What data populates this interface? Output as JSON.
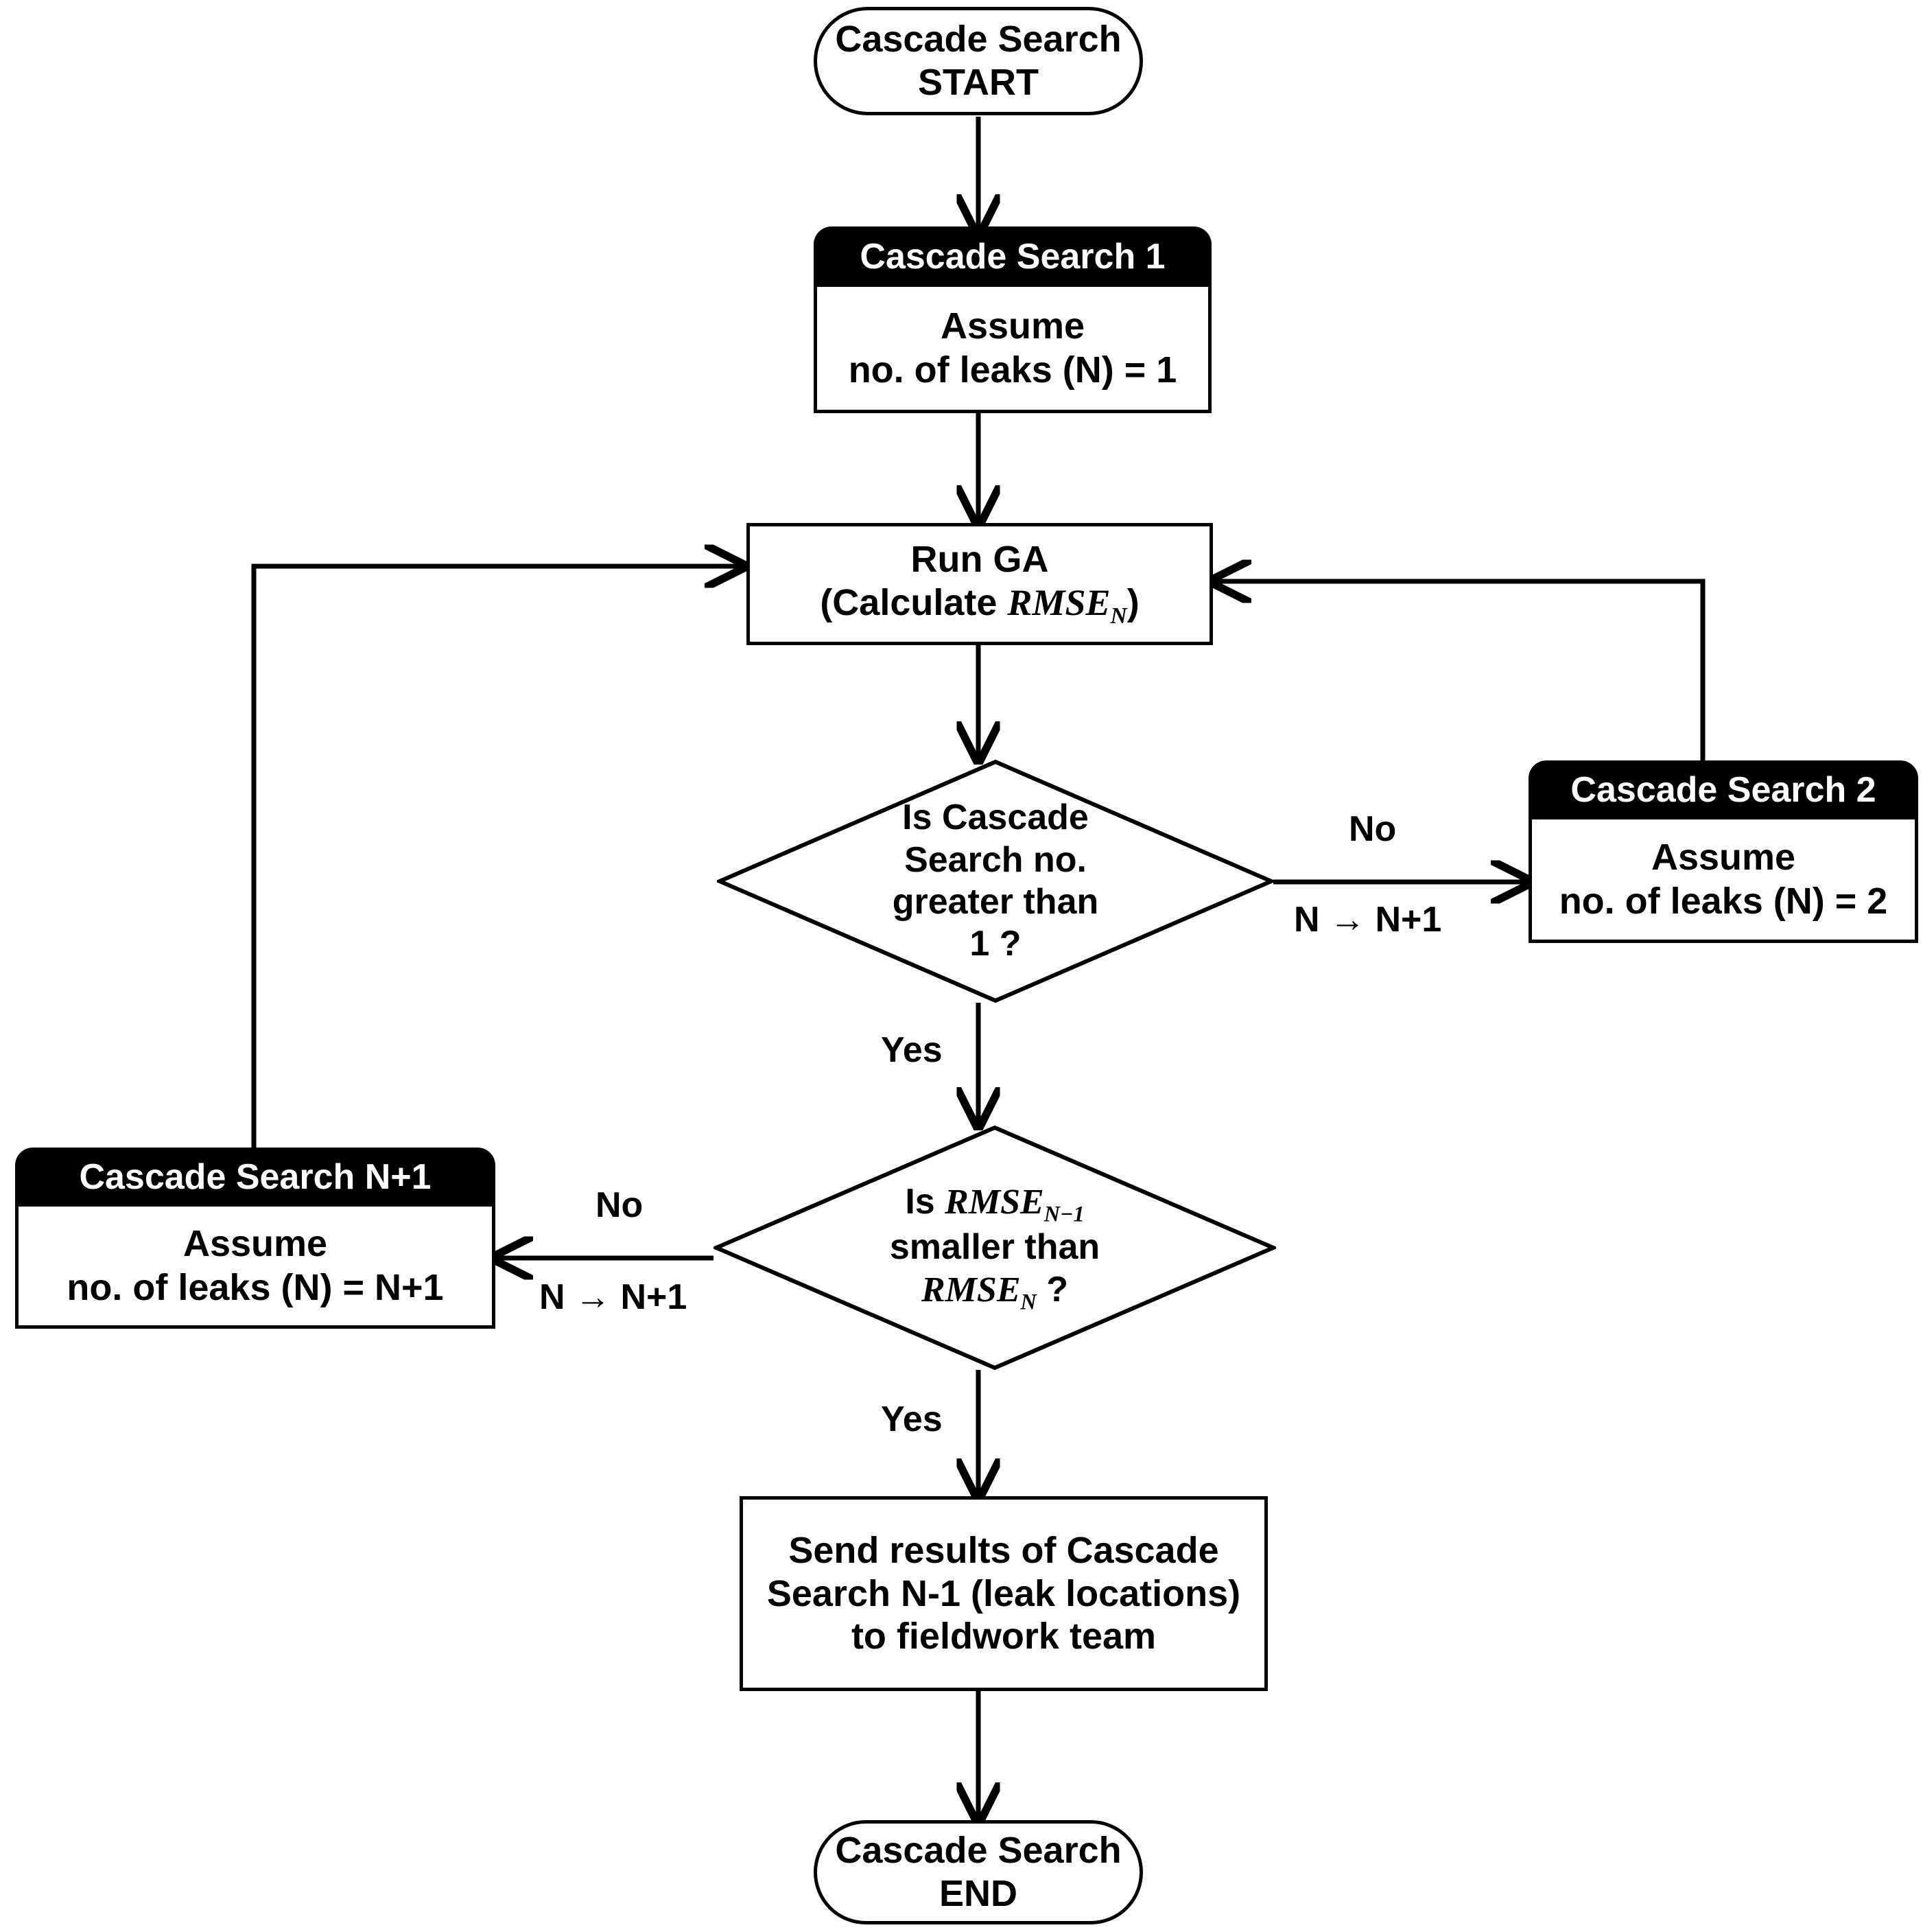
{
  "diagram": {
    "title": "Cascade Search flowchart",
    "colors": {
      "stroke": "#000000",
      "header_fill": "#000000",
      "header_text": "#ffffff",
      "body_fill": "#ffffff"
    }
  },
  "nodes": {
    "start": {
      "type": "terminator",
      "line1": "Cascade Search",
      "line2": "START"
    },
    "cascade_search_1": {
      "type": "titled-process",
      "header": "Cascade Search 1",
      "line1": "Assume",
      "line2": "no. of leaks (N) = 1"
    },
    "run_ga": {
      "type": "process",
      "line1": "Run GA",
      "line2_prefix": "(Calculate ",
      "line2_var": "RMSE",
      "line2_sub": "N",
      "line2_suffix": ")"
    },
    "decision_cascade_no": {
      "type": "decision",
      "line1": "Is Cascade",
      "line2": "Search no.",
      "line3": "greater than",
      "line4": "1 ?"
    },
    "cascade_search_2": {
      "type": "titled-process",
      "header": "Cascade Search 2",
      "line1": "Assume",
      "line2": "no. of leaks (N) = 2"
    },
    "decision_rmse": {
      "type": "decision",
      "line1_prefix": "Is ",
      "line1_var": "RMSE",
      "line1_sub": "N−1",
      "line2": "smaller than",
      "line3_var": "RMSE",
      "line3_sub": "N",
      "line3_suffix": " ?"
    },
    "cascade_search_n1": {
      "type": "titled-process",
      "header": "Cascade Search N+1",
      "line1": "Assume",
      "line2": "no. of leaks (N) = N+1"
    },
    "send_results": {
      "type": "process",
      "line1": "Send results of Cascade",
      "line2": "Search N-1 (leak locations)",
      "line3": "to fieldwork team"
    },
    "end": {
      "type": "terminator",
      "line1": "Cascade Search",
      "line2": "END"
    }
  },
  "edge_labels": {
    "decision1_no": "No",
    "decision1_no_sub": "N → N+1",
    "decision1_yes": "Yes",
    "decision2_no": "No",
    "decision2_no_sub": "N → N+1",
    "decision2_yes": "Yes"
  }
}
